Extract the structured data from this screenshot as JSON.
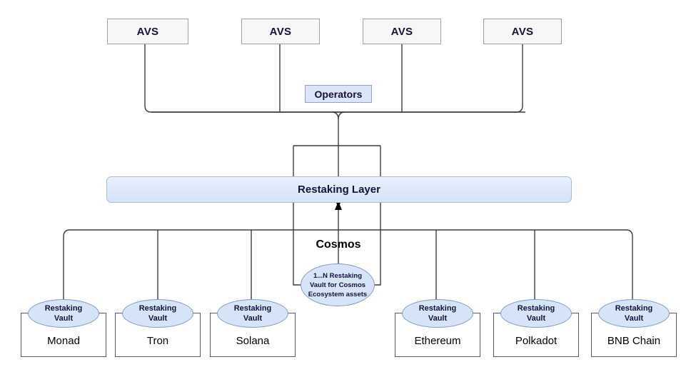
{
  "diagram": {
    "title_nodes": {
      "operators": "Operators",
      "restaking_layer": "Restaking Layer",
      "cosmos": "Cosmos"
    },
    "avs_nodes": [
      {
        "label": "AVS"
      },
      {
        "label": "AVS"
      },
      {
        "label": "AVS"
      },
      {
        "label": "AVS"
      }
    ],
    "cosmos_vault": {
      "line1": "1...N Restaking",
      "line2": "Vault for Cosmos",
      "line3": "Ecosystem assets"
    },
    "vault_badge": {
      "line1": "Restaking",
      "line2": "Vault"
    },
    "chains": [
      {
        "name": "Monad"
      },
      {
        "name": "Tron"
      },
      {
        "name": "Solana"
      },
      {
        "name": "Ethereum"
      },
      {
        "name": "Polkadot"
      },
      {
        "name": "BNB Chain"
      }
    ],
    "colors": {
      "background": "#ffffff",
      "avs_fill": "#f7f7f7",
      "avs_border": "#a0a0a0",
      "accent_fill": "#d6e4f7",
      "accent_border": "#7f9dc6",
      "layer_fill": "#d4e3f7",
      "wire": "#3c3c46",
      "text": "#12123a"
    }
  }
}
